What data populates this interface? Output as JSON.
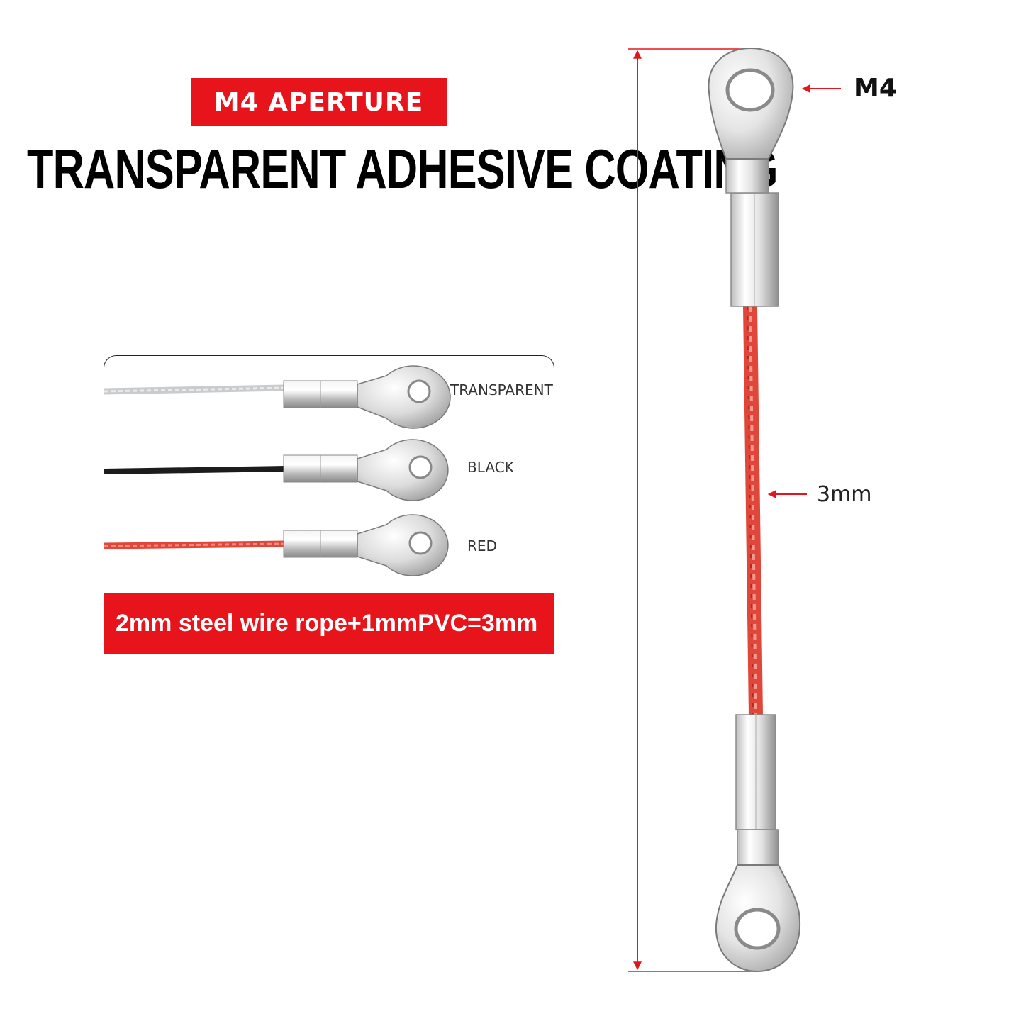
{
  "badge": {
    "text": "M4 APERTURE"
  },
  "headline": {
    "text": "TRANSPARENT ADHESIVE COATING"
  },
  "color_card": {
    "variants": [
      {
        "label": "TRANSPARENT",
        "wire_color": "#c9cbcd"
      },
      {
        "label": "BLACK",
        "wire_color": "#1c1c1c"
      },
      {
        "label": "RED",
        "wire_color": "#e0463a"
      }
    ],
    "footer": "2mm steel wire rope+1mmPVC=3mm"
  },
  "product": {
    "aperture_label": "M4",
    "diameter_label": "3mm",
    "wire_color": "#e0463a",
    "accent_color": "#e8141b"
  }
}
